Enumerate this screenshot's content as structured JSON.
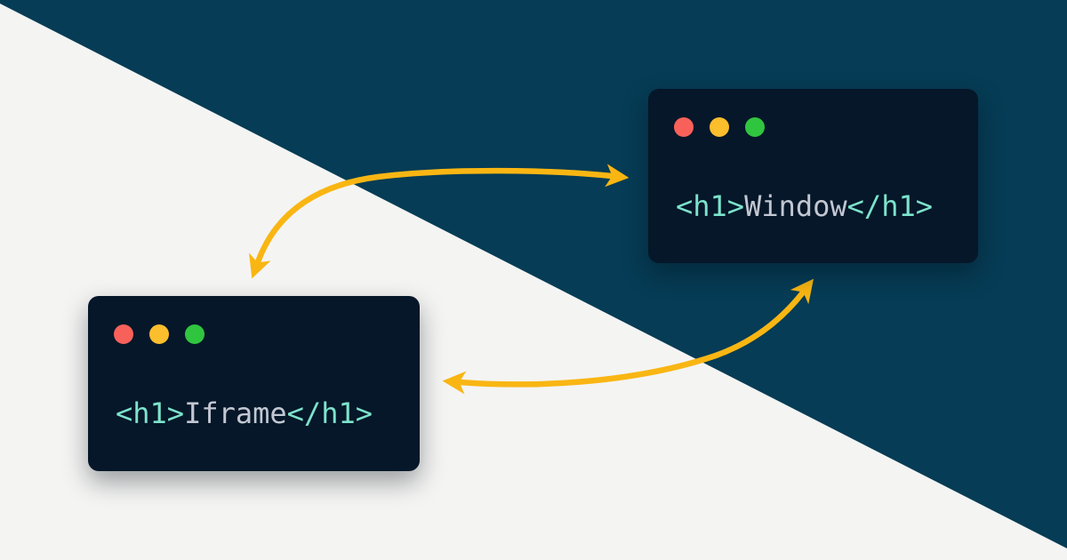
{
  "windows": [
    {
      "role": "parent-window",
      "code": {
        "open": "<h1>",
        "text": "Window",
        "close": "</h1>"
      }
    },
    {
      "role": "embedded-iframe",
      "code": {
        "open": "<h1>",
        "text": "Iframe",
        "close": "</h1>"
      }
    }
  ],
  "traffic_lights": [
    "red-dot",
    "yellow-dot",
    "green-dot"
  ],
  "arrows": [
    {
      "name": "iframe-window-top-link",
      "double_headed": true
    },
    {
      "name": "window-iframe-bottom-link",
      "double_headed": true
    }
  ],
  "colors": {
    "background_top": "#063C55",
    "background_bottom": "#F4F4F3",
    "window_background": "#051729",
    "code_tag": "#7DE3CC",
    "code_text": "#C2C7D2",
    "arrow": "#F9B613",
    "dot_red": "#F8615A",
    "dot_yellow": "#FBBE2D",
    "dot_green": "#30C53F"
  }
}
